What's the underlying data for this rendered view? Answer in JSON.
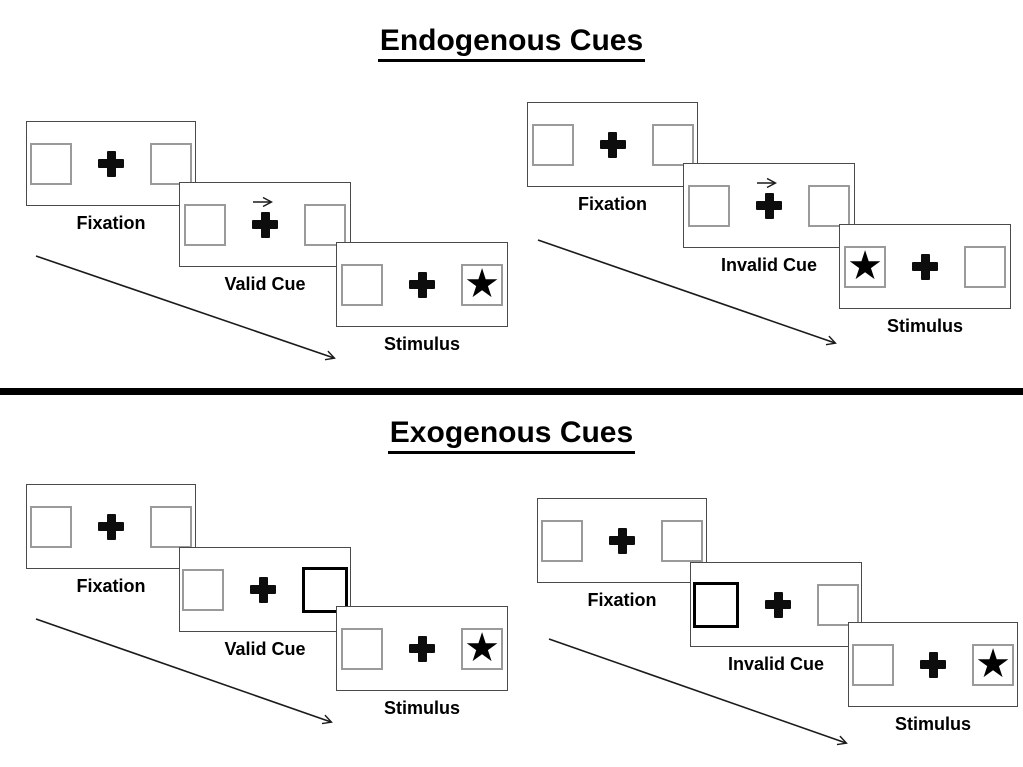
{
  "sections": {
    "endogenous": {
      "title": "Endogenous Cues"
    },
    "exogenous": {
      "title": "Exogenous Cues"
    }
  },
  "labels": {
    "fixation": "Fixation",
    "valid_cue": "Valid Cue",
    "invalid_cue": "Invalid Cue",
    "stimulus": "Stimulus"
  },
  "symbols": {
    "star": "★",
    "fixation_cross": "+",
    "cue_arrow_direction": "right"
  },
  "colors": {
    "background": "#ffffff",
    "panel_border": "#4a4a4a",
    "square_border": "#9a9a9a",
    "cue_highlight": "#000000",
    "ink": "#000000"
  },
  "trials": [
    {
      "section": "Endogenous Cues",
      "cue_type": "Valid Cue",
      "cue": "central arrow pointing right",
      "stimulus_side": "right",
      "sequence": [
        "Fixation",
        "Valid Cue",
        "Stimulus"
      ]
    },
    {
      "section": "Endogenous Cues",
      "cue_type": "Invalid Cue",
      "cue": "central arrow pointing right",
      "stimulus_side": "left",
      "sequence": [
        "Fixation",
        "Invalid Cue",
        "Stimulus"
      ]
    },
    {
      "section": "Exogenous Cues",
      "cue_type": "Valid Cue",
      "cue": "highlighted right box",
      "stimulus_side": "right",
      "sequence": [
        "Fixation",
        "Valid Cue",
        "Stimulus"
      ]
    },
    {
      "section": "Exogenous Cues",
      "cue_type": "Invalid Cue",
      "cue": "highlighted left box",
      "stimulus_side": "right",
      "sequence": [
        "Fixation",
        "Invalid Cue",
        "Stimulus"
      ]
    }
  ]
}
